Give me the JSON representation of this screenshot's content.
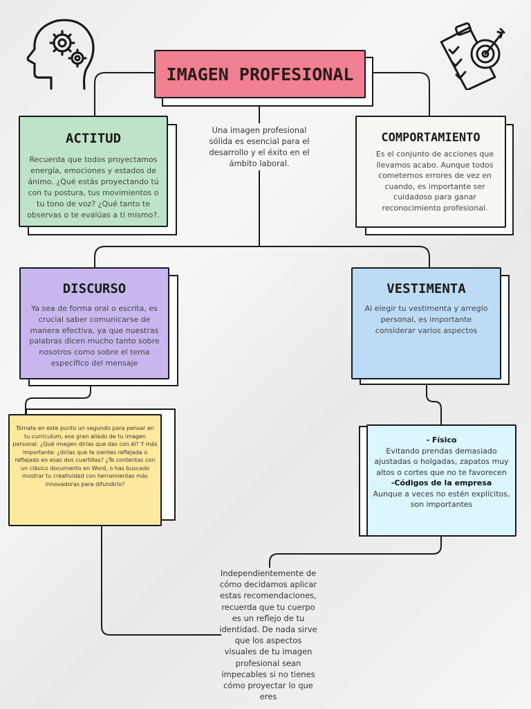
{
  "title": "IMAGEN PROFESIONAL",
  "intro": "Una imagen profesional sólida es esencial para el desarrollo y el éxito en el ámbito laboral.",
  "cards": {
    "actitud": {
      "title": "ACTITUD",
      "text": "Recuerda que todos proyectamos energía, emociones y estados de ánimo. ¿Qué estás proyectando tú con tu postura, tus movimientos o tu tono de voz? ¿Qué tanto te observas o te evalúas a ti mismo?.",
      "color": "#bfe3c8"
    },
    "comportamiento": {
      "title": "COMPORTAMIENTO",
      "text": "Es el conjunto de acciones que llevamos acabo. Aunque todos cometemos errores de vez en cuando, es importante ser cuidadoso para ganar reconocimiento profesional.",
      "color": "#f8f8f2"
    },
    "discurso": {
      "title": "DISCURSO",
      "text": "Ya sea de forma oral o escrita, es crucial saber comunicarse de manera efectiva, ya que nuestras palabras dicen mucho tanto sobre nosotros como sobre el tema específico del mensaje",
      "color": "#c8b7ef"
    },
    "vestimenta": {
      "title": "VESTIMENTA",
      "text": "Al elegir tu vestimenta y arreglo personal, es importante considerar varios aspectos",
      "color": "#bedbf5"
    }
  },
  "yellow_note": {
    "text": "Tómate en este punto un segundo para pensar en tu currículum, ese gran aliado de tu imagen personal: ¿Qué imagen dirías que das con él? Y más importante: ¿dirías que te sientes reflejada o reflejado en esas dos cuartillas? ¿Te contentas con un clásico documento en Word, o has buscado mostrar tu creatividad con herramientas más innovadoras para difundirlo?",
    "color": "#fde99e"
  },
  "blue_note": {
    "fisico_title": "- Físico",
    "fisico_text": "Evitando prendas demasiado ajustadas o holgadas, zapatos muy altos o cortes que no te favorecen",
    "codigos_title": "-Códigos de la empresa",
    "codigos_text": "Aunque a veces no estén explícitos, son importantes",
    "color": "#dbf6fd"
  },
  "closing_text": "Independientemente de cómo decidamos aplicar estas recomendaciones, recuerda que tu cuerpo es un reflejo de tu identidad. De nada sirve que los aspectos visuales de tu imagen profesional sean impecables si no tienes cómo proyectar lo que eres",
  "icons": {
    "left": "head-gears-icon",
    "right": "checklist-target-icon"
  }
}
